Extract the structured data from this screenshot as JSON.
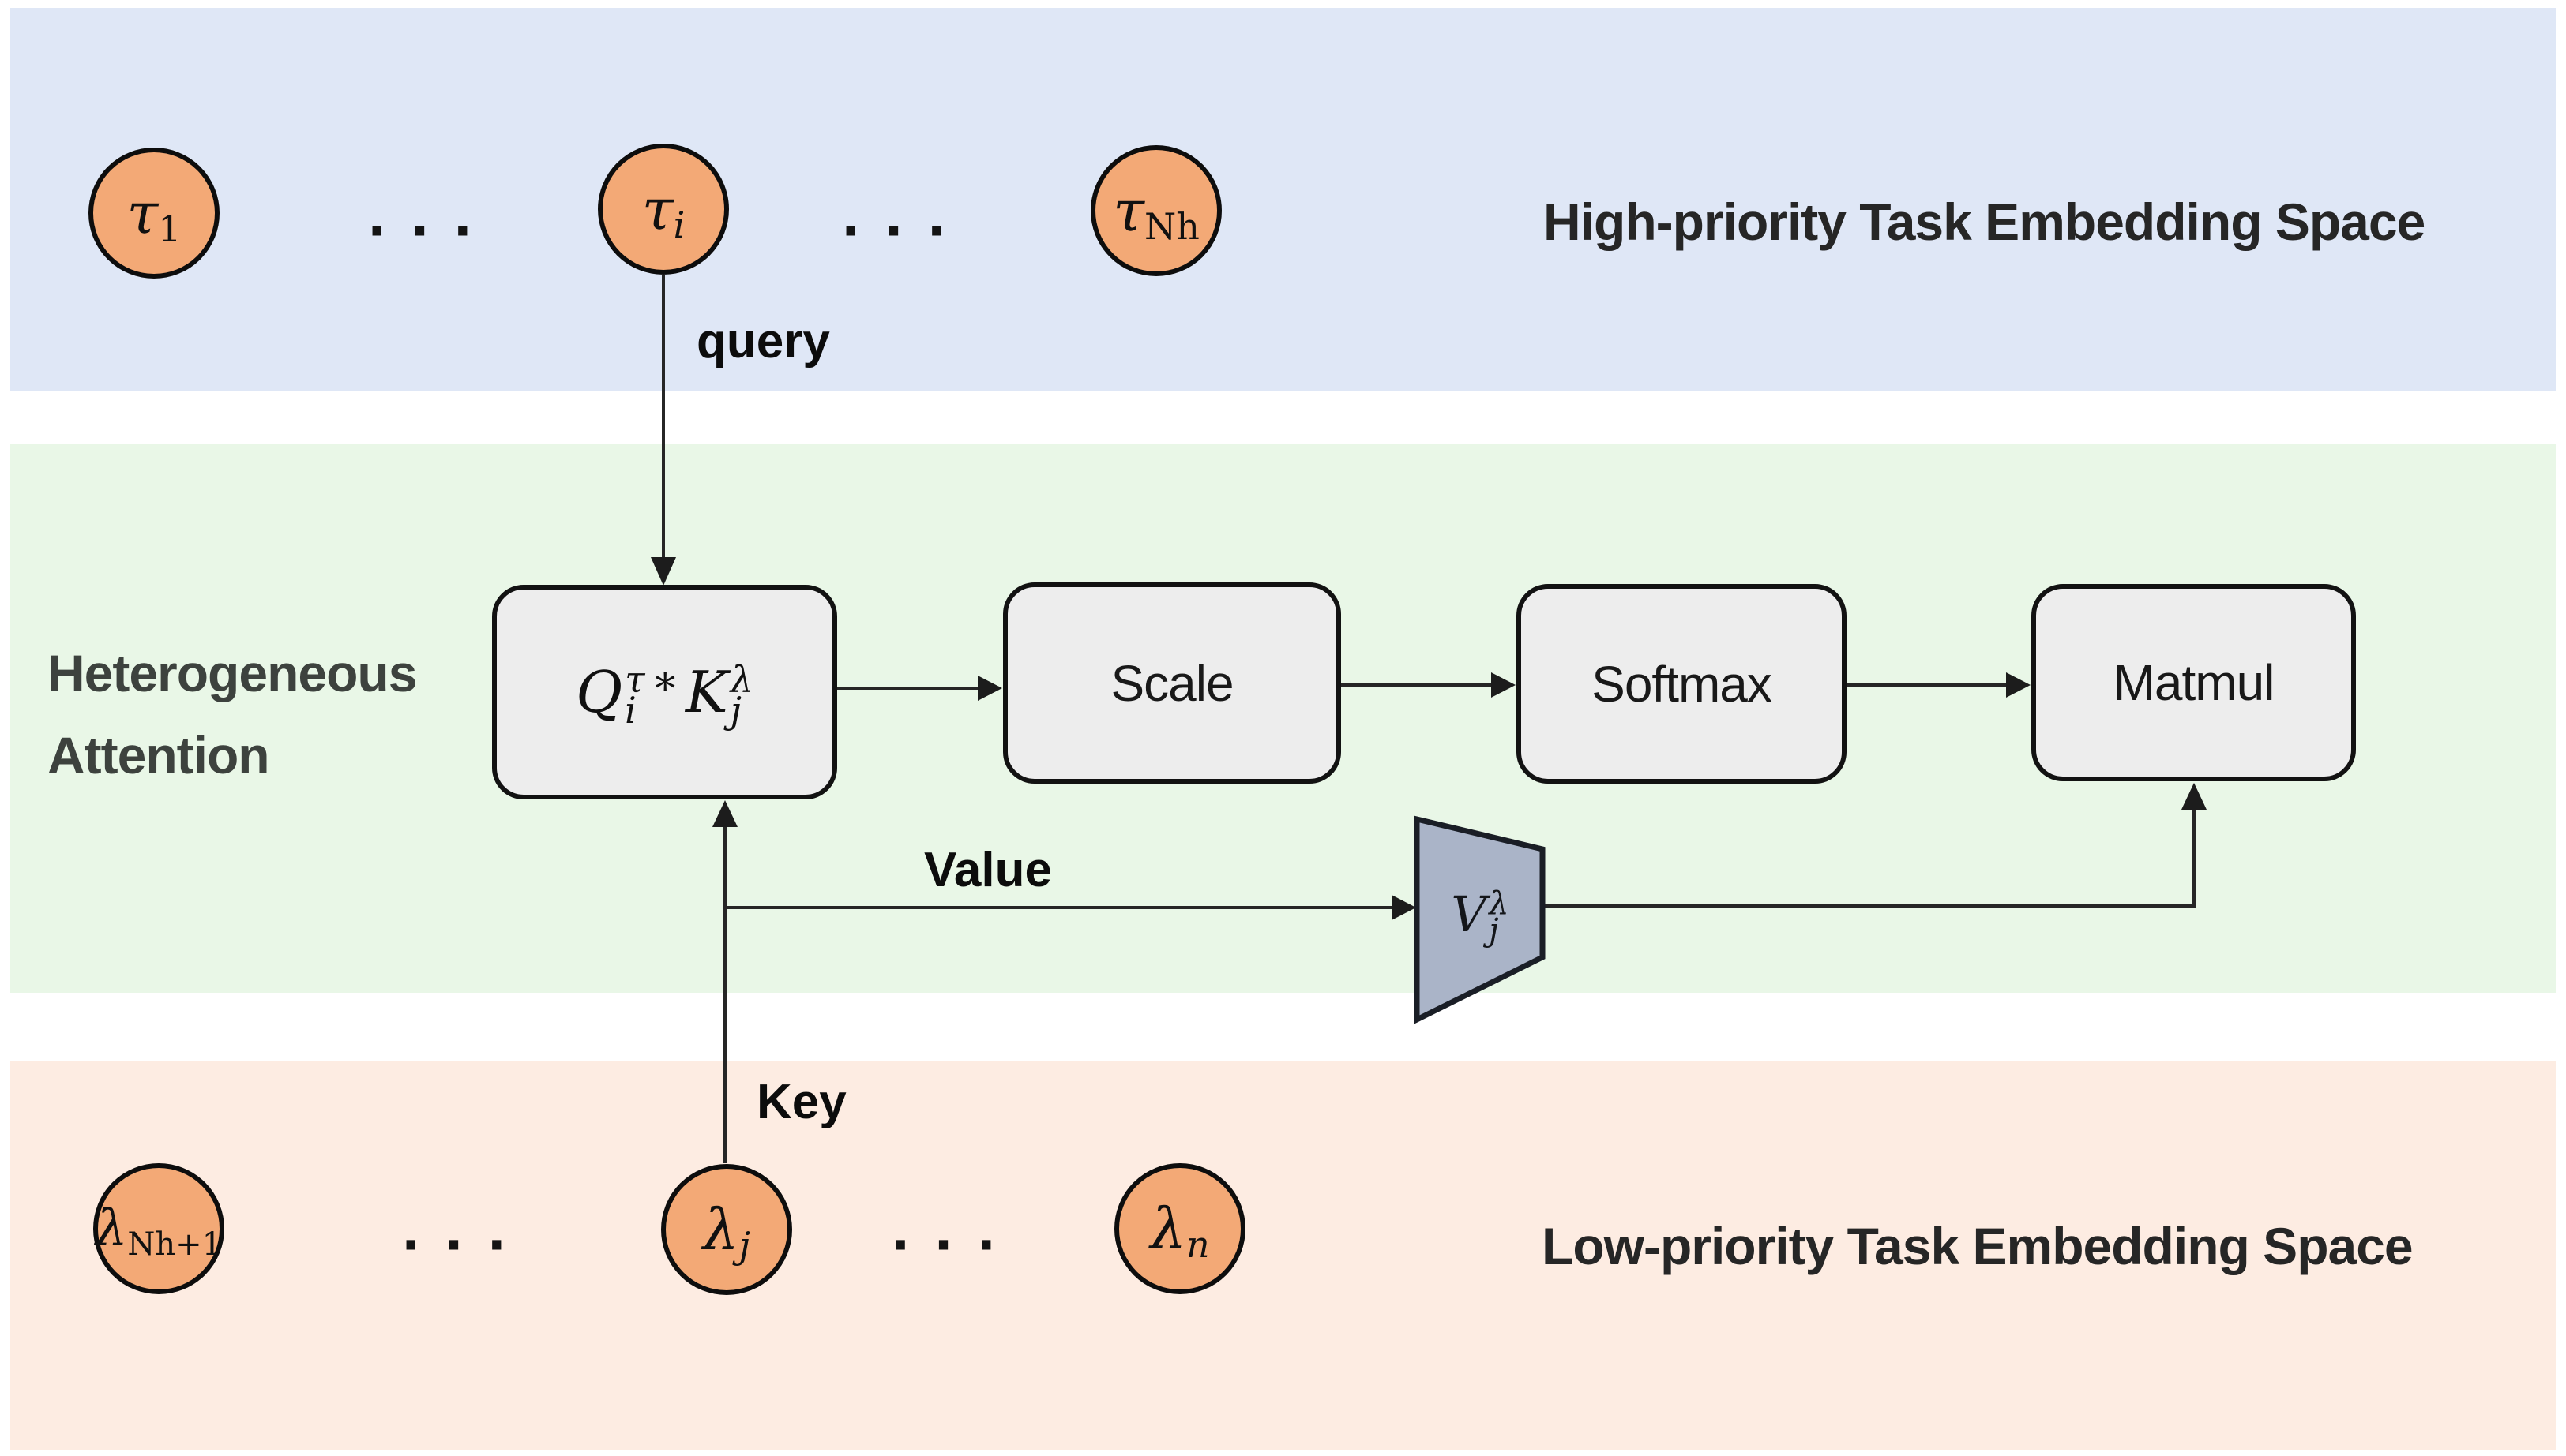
{
  "bands": {
    "high": {
      "title": "High-priority Task Embedding Space"
    },
    "attention": {
      "label_line1": "Heterogeneous",
      "label_line2": "Attention"
    },
    "low": {
      "title": "Low-priority Task Embedding Space"
    }
  },
  "nodes": {
    "tau_1": {
      "base": "τ",
      "sub": "1"
    },
    "tau_i": {
      "base": "τ",
      "sub": "i"
    },
    "tau_Nh": {
      "base": "τ",
      "sub": "Nh"
    },
    "lambda_Nh1": {
      "base": "λ",
      "sub": "Nh+1"
    },
    "lambda_j": {
      "base": "λ",
      "sub": "j"
    },
    "lambda_n": {
      "base": "λ",
      "sub": "n"
    }
  },
  "decor": {
    "dots": "···"
  },
  "pipeline": {
    "qk": {
      "base1": "Q",
      "sup1": "τ",
      "sub1": "i",
      "op": "∗",
      "base2": "K",
      "sup2": "λ",
      "sub2": "j"
    },
    "scale": "Scale",
    "softmax": "Softmax",
    "matmul": "Matmul",
    "value_proj": {
      "base": "V",
      "sup": "λ",
      "sub": "j"
    }
  },
  "edges": {
    "query": "query",
    "key": "Key",
    "value": "Value"
  },
  "colors": {
    "band_high": "#dfe7f6",
    "band_attention": "#e9f7e7",
    "band_low": "#fdece2",
    "node_fill": "#f3a976",
    "node_border": "#0d0d0d",
    "box_fill": "#ededed",
    "box_border": "#121212",
    "trapezoid_fill": "#aab4c8",
    "trapezoid_border": "#1a1e26",
    "line": "#262626",
    "title_text": "#262626",
    "attention_text": "#3d423e",
    "edge_label_text": "#0c0c0c",
    "box_text": "#191919",
    "formula_text": "#101010"
  }
}
